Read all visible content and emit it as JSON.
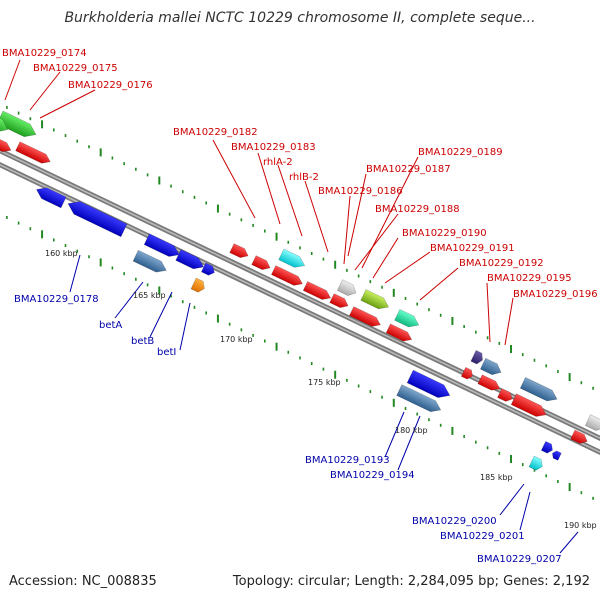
{
  "title": "Burkholderia mallei NCTC 10229 chromosome II, complete seque...",
  "footer": {
    "accession": "Accession: NC_008835",
    "summary": "Topology: circular; Length: 2,284,095 bp; Genes: 2,192"
  },
  "colors": {
    "red_label": "#cc0000",
    "blue_label": "#0000aa",
    "backbone": "#888888",
    "tick": "#228822"
  },
  "ruler_labels": [
    "160 kbp",
    "165 kbp",
    "170 kbp",
    "175 kbp",
    "180 kbp",
    "185 kbp",
    "190 kbp"
  ],
  "gene_labels_upper": [
    "BMA10229_0174",
    "BMA10229_0175",
    "BMA10229_0176",
    "BMA10229_0182",
    "BMA10229_0183",
    "rhlA-2",
    "rhlB-2",
    "BMA10229_0186",
    "BMA10229_0187",
    "BMA10229_0188",
    "BMA10229_0189",
    "BMA10229_0190",
    "BMA10229_0191",
    "BMA10229_0192",
    "BMA10229_0195",
    "BMA10229_0196"
  ],
  "gene_labels_lower": [
    "BMA10229_0178",
    "betA",
    "betB",
    "betI",
    "BMA10229_0193",
    "BMA10229_0194",
    "BMA10229_0200",
    "BMA10229_0201",
    "BMA10229_0207"
  ]
}
